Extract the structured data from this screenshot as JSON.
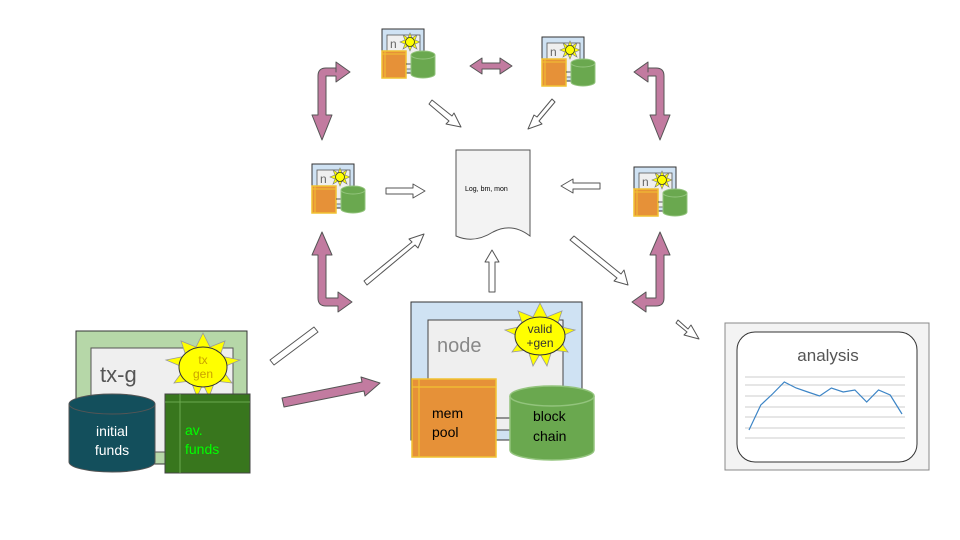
{
  "nodes": {
    "small_label": "n",
    "main_label": "node",
    "main_sun_line1": "valid",
    "main_sun_line2": "+gen",
    "mempool_line1": "mem",
    "mempool_line2": "pool",
    "blockchain_line1": "block",
    "blockchain_line2": "chain"
  },
  "log": {
    "label": "Log, bm, mon"
  },
  "txg": {
    "label": "tx-g",
    "sun_line1": "tx",
    "sun_line2": "gen",
    "initial_line1": "initial",
    "initial_line2": "funds",
    "avfunds_line1": "av.",
    "avfunds_line2": "funds"
  },
  "analysis": {
    "title": "analysis",
    "series_y": [
      430,
      405,
      394,
      382,
      388,
      392,
      396,
      388,
      392,
      390,
      402,
      390,
      395,
      414
    ]
  },
  "colors": {
    "node_bg": "#cfe2f3",
    "orange": "#e69138",
    "orange_border": "#f1c232",
    "green": "#6aa84f",
    "green_light": "#93c47d",
    "sun": "#ffff00",
    "mauve": "#c27ba0",
    "txg_bg": "#b6d7a8",
    "initial_funds": "#134f5c",
    "av_funds": "#38761d",
    "av_funds_text": "#00ff00",
    "chart_line": "#3d85c6"
  }
}
